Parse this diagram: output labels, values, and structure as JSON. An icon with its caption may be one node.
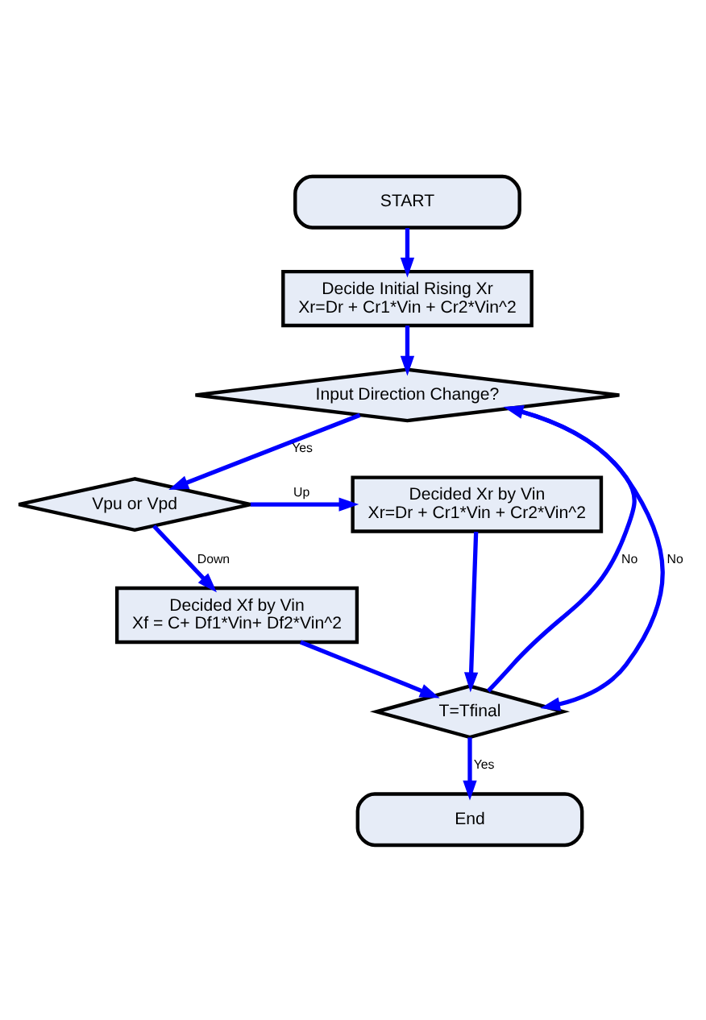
{
  "diagram": {
    "nodes": [
      {
        "text": [
          "START"
        ]
      },
      {
        "text": [
          "Decide Initial Rising Xr",
          "Xr=Dr + Cr1*Vin + Cr2*Vin^2"
        ]
      },
      {
        "text": [
          "Input Direction Change?"
        ]
      },
      {
        "text": [
          "Vpu or Vpd"
        ]
      },
      {
        "text": [
          "Decided Xr by Vin",
          "Xr=Dr + Cr1*Vin + Cr2*Vin^2"
        ]
      },
      {
        "text": [
          "Decided Xf by Vin",
          "Xf = C+ Df1*Vin+ Df2*Vin^2"
        ]
      },
      {
        "text": [
          "T=Tfinal"
        ]
      },
      {
        "text": [
          "End"
        ]
      }
    ],
    "edges": [
      {
        "from": 0,
        "to": 1,
        "arrow": "to"
      },
      {
        "from": 1,
        "to": 2,
        "arrow": "to"
      },
      {
        "from": 2,
        "to": 6,
        "label": "No",
        "arrow": "to"
      },
      {
        "from": 2,
        "to": 3,
        "label": "Yes",
        "arrow": "to"
      },
      {
        "from": 3,
        "to": 4,
        "label": "Up",
        "arrow": "to"
      },
      {
        "from": 3,
        "to": 5,
        "label": "Down",
        "arrow": "to"
      },
      {
        "from": 4,
        "to": 6,
        "arrow": "to"
      },
      {
        "from": 5,
        "to": 6,
        "arrow": "to"
      },
      {
        "from": 6,
        "to": 7,
        "label": "Yes",
        "arrow": "to"
      },
      {
        "from": 6,
        "to": 2,
        "label": "No",
        "arrow": "to"
      }
    ]
  }
}
